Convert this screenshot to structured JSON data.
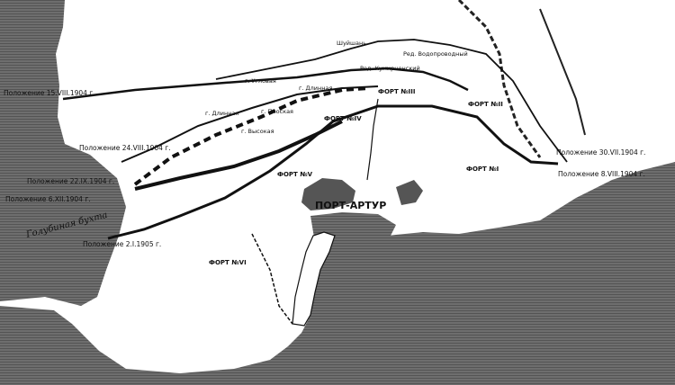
{
  "map": {
    "city": "ПОРТ-АРТУР",
    "bay": "Голубиная бухта",
    "positions": [
      {
        "id": "aug15",
        "label": "Положение 15.VIII.1904 г."
      },
      {
        "id": "aug24",
        "label": "Положение 24.VIII.1904 г."
      },
      {
        "id": "sep22",
        "label": "Положение 22.IX.1904 г."
      },
      {
        "id": "dec6",
        "label": "Положение 6.XII.1904 г."
      },
      {
        "id": "jan2",
        "label": "Положение 2.I.1905 г."
      },
      {
        "id": "jul30",
        "label": "Положение 30.VII.1904 г."
      },
      {
        "id": "aug8",
        "label": "Положение 8.VIII.1904 г."
      }
    ],
    "forts": [
      {
        "id": "f1",
        "label": "ФОРТ №I"
      },
      {
        "id": "f2",
        "label": "ФОРТ №II"
      },
      {
        "id": "f3",
        "label": "ФОРТ №III"
      },
      {
        "id": "f4",
        "label": "ФОРТ №IV"
      },
      {
        "id": "f5",
        "label": "ФОРТ №V"
      },
      {
        "id": "f6",
        "label": "ФОРТ №VI"
      }
    ],
    "places": [
      {
        "id": "shuyshan",
        "label": "Шуйшань"
      },
      {
        "id": "vodoprovod",
        "label": "Ред. Водопроводный"
      },
      {
        "id": "kumirnensky",
        "label": "Ред. Кумирненский"
      },
      {
        "id": "uglovaya",
        "label": "г. Угловая"
      },
      {
        "id": "dlinnaya",
        "label": "г. Длинная"
      },
      {
        "id": "dlinnaya2",
        "label": "г. Длинная"
      },
      {
        "id": "ploskaya",
        "label": "г. Плоская"
      },
      {
        "id": "vysokaya",
        "label": "г. Высокая"
      }
    ]
  }
}
